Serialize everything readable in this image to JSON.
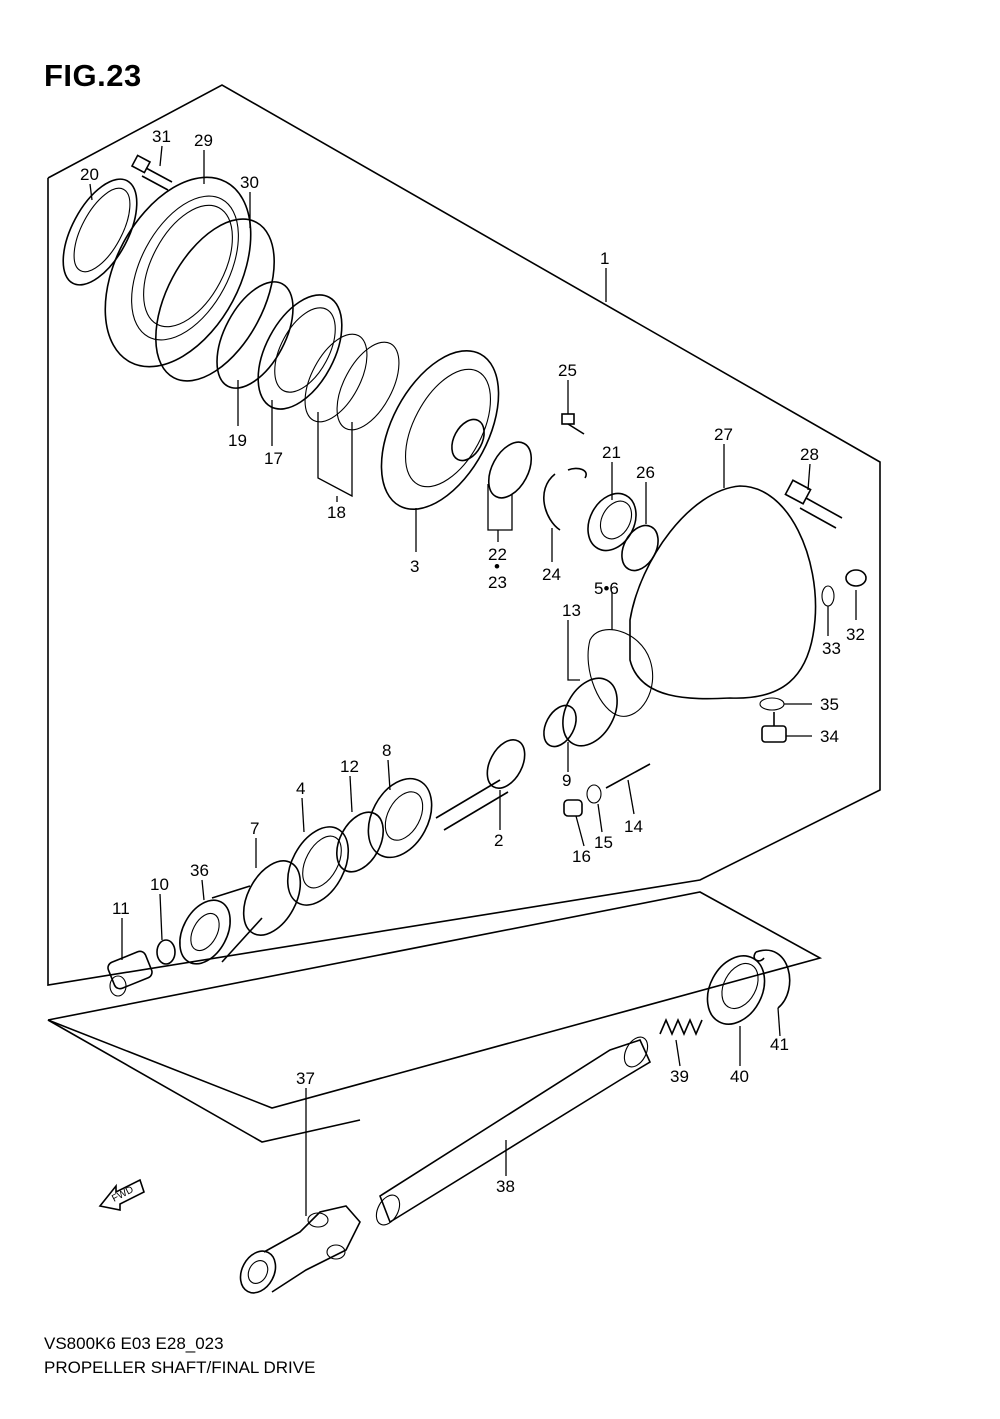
{
  "figure": {
    "title": "FIG.23",
    "model_code": "VS800K6 E03 E28_023",
    "name": "PROPELLER SHAFT/FINAL DRIVE"
  },
  "fwd_label": "FWD",
  "callouts": [
    {
      "id": "31",
      "label": "31"
    },
    {
      "id": "29",
      "label": "29"
    },
    {
      "id": "20",
      "label": "20"
    },
    {
      "id": "30",
      "label": "30"
    },
    {
      "id": "1",
      "label": "1"
    },
    {
      "id": "19",
      "label": "19"
    },
    {
      "id": "17",
      "label": "17"
    },
    {
      "id": "18",
      "label": "18"
    },
    {
      "id": "25",
      "label": "25"
    },
    {
      "id": "27",
      "label": "27"
    },
    {
      "id": "21",
      "label": "21"
    },
    {
      "id": "26",
      "label": "26"
    },
    {
      "id": "28",
      "label": "28"
    },
    {
      "id": "3",
      "label": "3"
    },
    {
      "id": "22",
      "label": "22"
    },
    {
      "id": "22dot",
      "label": "•"
    },
    {
      "id": "23",
      "label": "23"
    },
    {
      "id": "24",
      "label": "24"
    },
    {
      "id": "5-6",
      "label": "5•6"
    },
    {
      "id": "13",
      "label": "13"
    },
    {
      "id": "32",
      "label": "32"
    },
    {
      "id": "33",
      "label": "33"
    },
    {
      "id": "35",
      "label": "35"
    },
    {
      "id": "34",
      "label": "34"
    },
    {
      "id": "8",
      "label": "8"
    },
    {
      "id": "12",
      "label": "12"
    },
    {
      "id": "4",
      "label": "4"
    },
    {
      "id": "9",
      "label": "9"
    },
    {
      "id": "14",
      "label": "14"
    },
    {
      "id": "2",
      "label": "2"
    },
    {
      "id": "15",
      "label": "15"
    },
    {
      "id": "16",
      "label": "16"
    },
    {
      "id": "7",
      "label": "7"
    },
    {
      "id": "36",
      "label": "36"
    },
    {
      "id": "10",
      "label": "10"
    },
    {
      "id": "11",
      "label": "11"
    },
    {
      "id": "41",
      "label": "41"
    },
    {
      "id": "39",
      "label": "39"
    },
    {
      "id": "40",
      "label": "40"
    },
    {
      "id": "37",
      "label": "37"
    },
    {
      "id": "38",
      "label": "38"
    }
  ]
}
